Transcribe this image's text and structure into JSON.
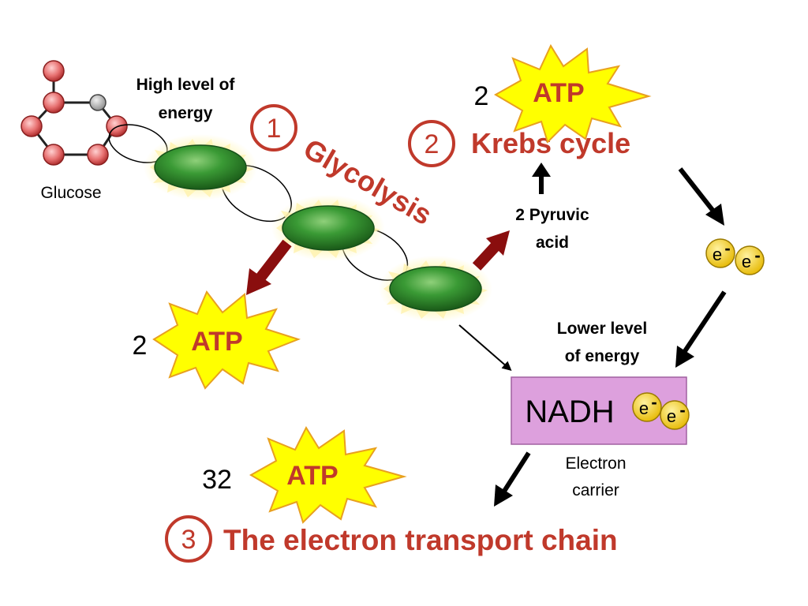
{
  "labels": {
    "glucose": "Glucose",
    "high_energy_1": "High level of",
    "high_energy_2": "energy",
    "glycolysis": "Glycolysis",
    "pyruvic_1": "2 Pyruvic",
    "pyruvic_2": "acid",
    "krebs": "Krebs cycle",
    "lower_energy_1": "Lower level",
    "lower_energy_2": "of energy",
    "nadh": "NADH",
    "carrier_1": "Electron",
    "carrier_2": "carrier",
    "etc": "The electron transport chain"
  },
  "steps": {
    "one": "1",
    "two": "2",
    "three": "3"
  },
  "atp": {
    "label": "ATP",
    "glycolysis_count": "2",
    "krebs_count": "2",
    "etc_count": "32"
  },
  "electron": {
    "symbol": "e",
    "charge": "-"
  },
  "colors": {
    "accent_red": "#c0392b",
    "burst_yellow": "#ffff00",
    "burst_outline": "#e8a020",
    "molecule_green": "#2e8b2e",
    "nadh_box": "#dda0dd",
    "electron_gold": "#f5c400",
    "arrow_dark_red": "#a01010"
  }
}
